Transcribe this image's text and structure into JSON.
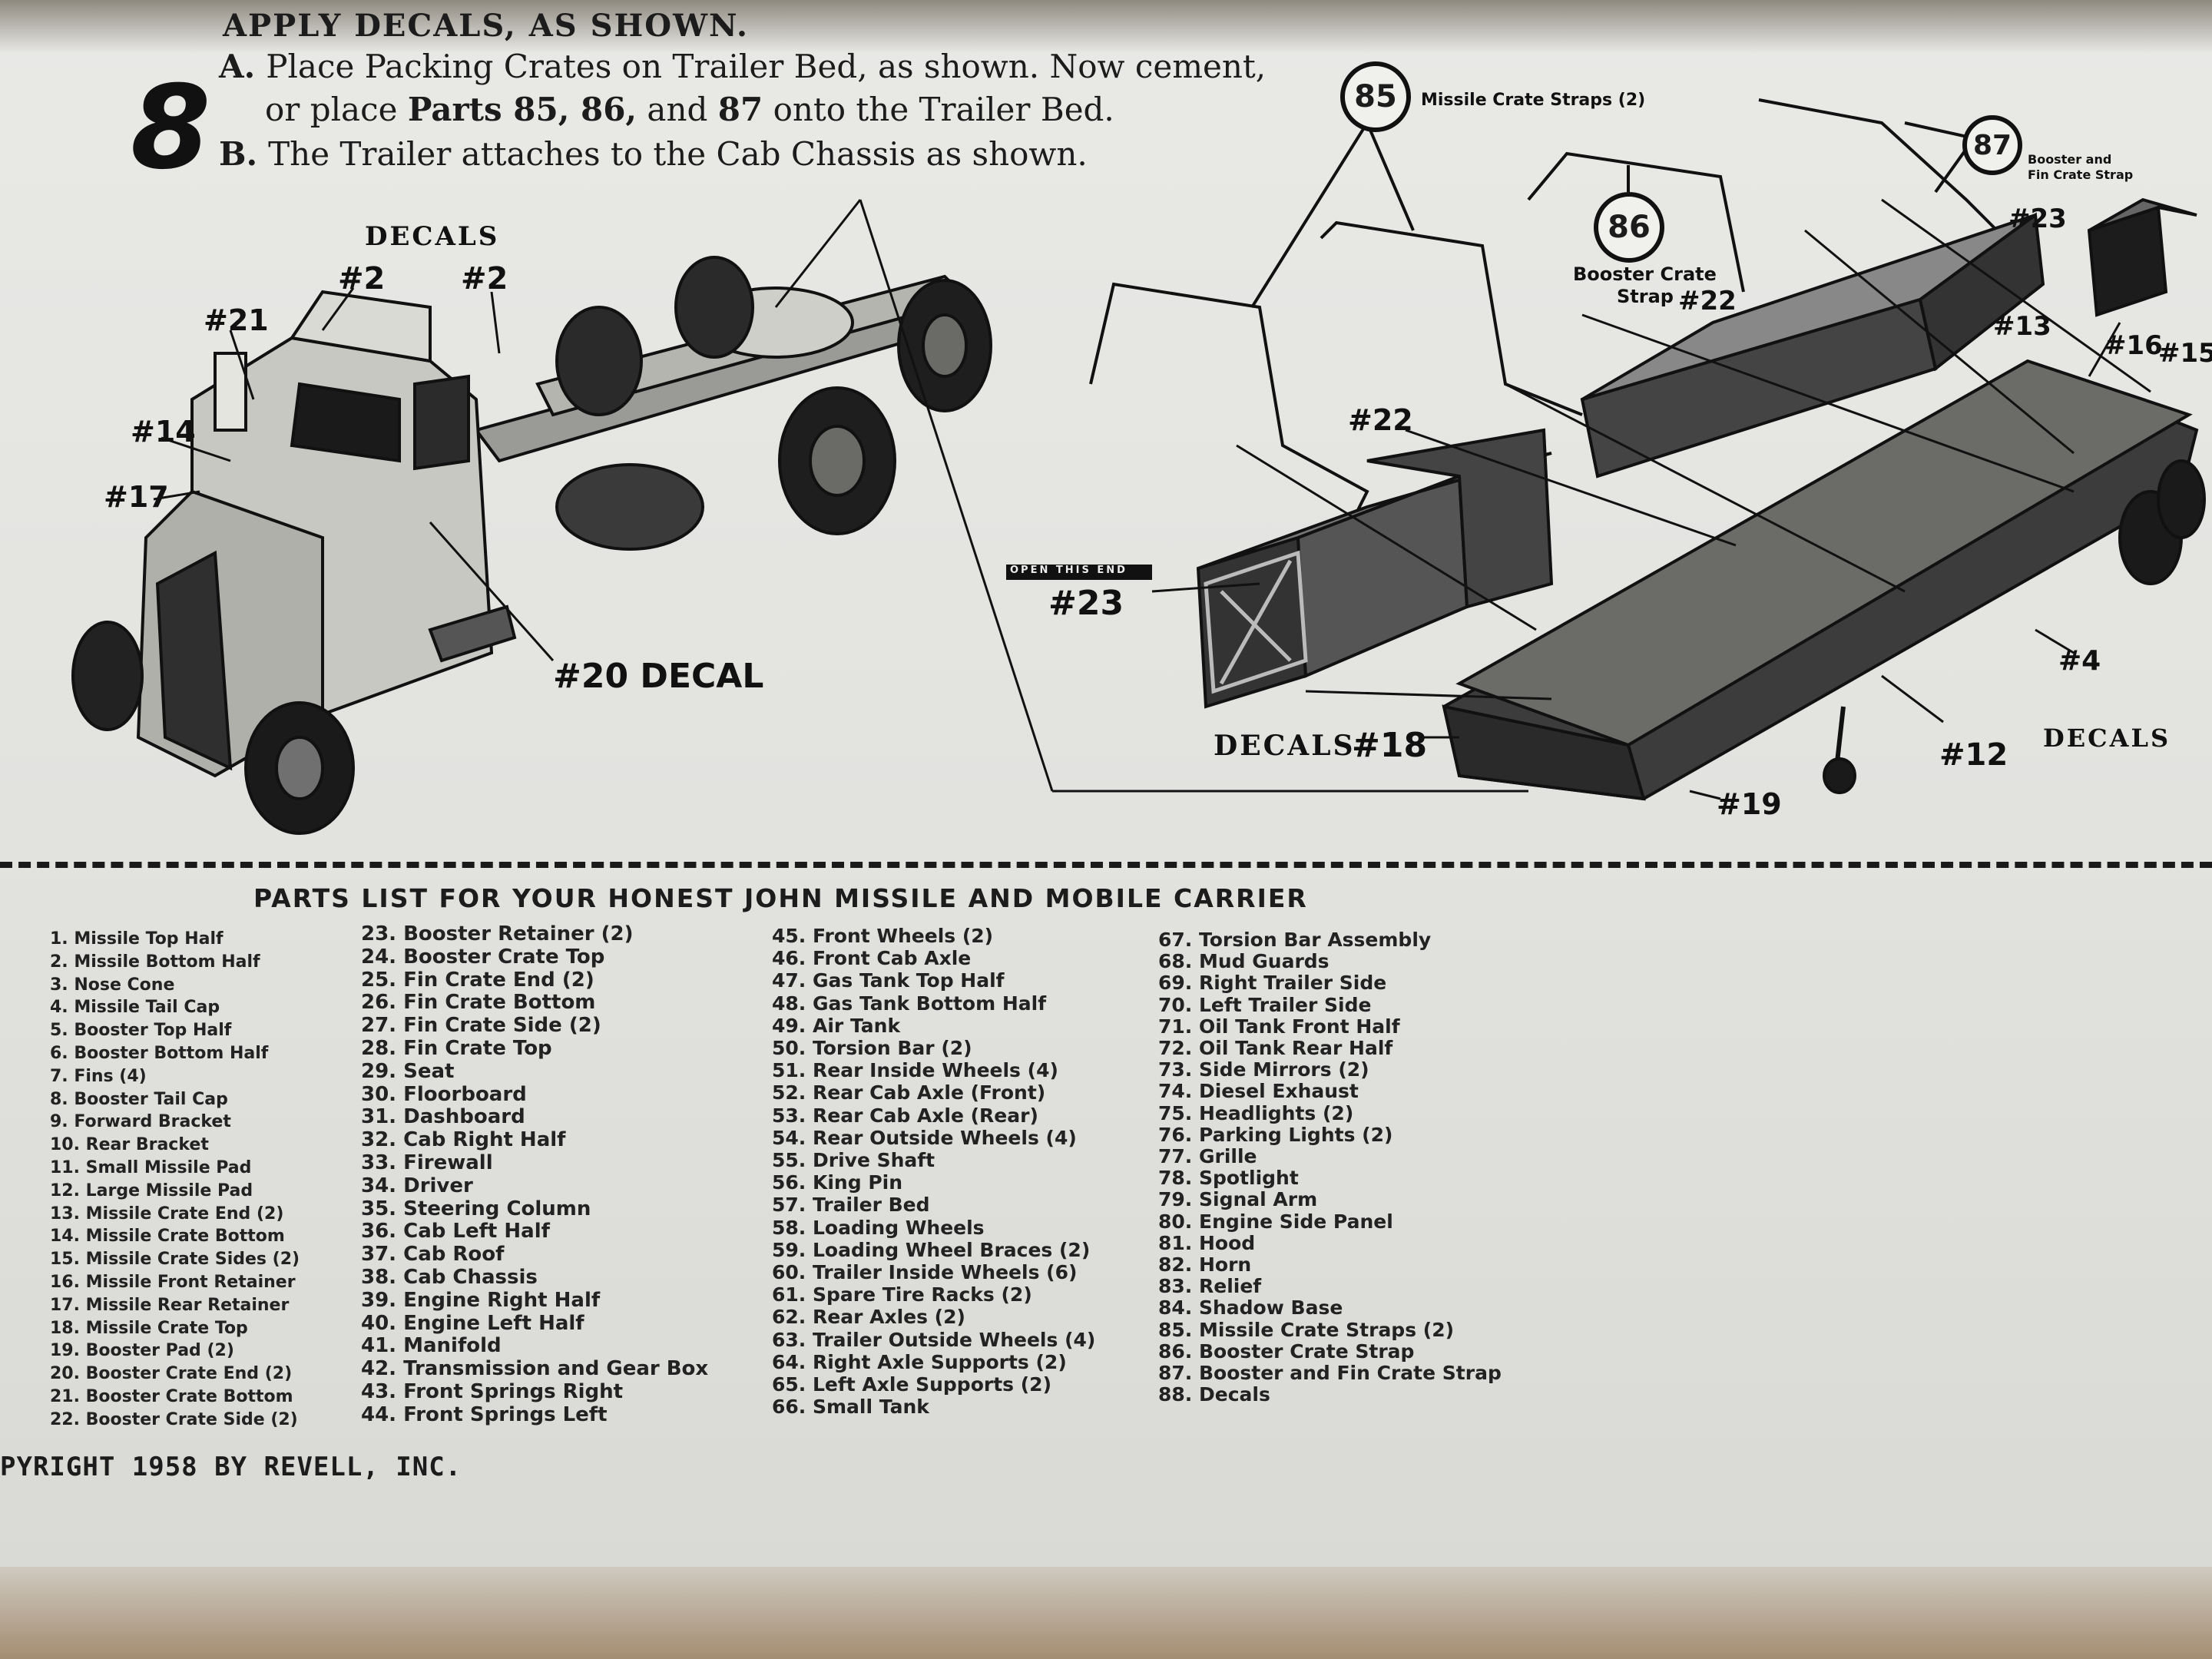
{
  "header": {
    "step_number": "8",
    "title": "APPLY DECALS, AS SHOWN.",
    "instruction_a_letter": "A.",
    "instruction_a_line1": "Place Packing Crates on Trailer Bed, as shown. Now cement,",
    "instruction_a_line2_pre": "or place",
    "instruction_a_line2_bold": "Parts 85, 86,",
    "instruction_a_line2_mid": "and",
    "instruction_a_line2_bold2": "87",
    "instruction_a_line2_post": "onto the Trailer Bed.",
    "instruction_b_letter": "B.",
    "instruction_b": "The Trailer attaches to the Cab Chassis as shown."
  },
  "diagram": {
    "decals_label_top": "DECALS",
    "decals_label_bottom": "DECALS",
    "decals_label_right": "DECALS",
    "decal_20": "#20 DECAL",
    "callouts": {
      "c2a": "#2",
      "c2b": "#2",
      "c21": "#21",
      "c14": "#14",
      "c17": "#17",
      "c22a": "#22",
      "c22b": "#22",
      "c23a": "#23",
      "c23b": "#23",
      "c13": "#13",
      "c16": "#16",
      "c15": "#15",
      "c4": "#4",
      "c18": "#18",
      "c12": "#12",
      "c19": "#19"
    },
    "open_this_end": "OPEN THIS END",
    "part_85": "85",
    "part_85_label": "Missile Crate Straps (2)",
    "part_86": "86",
    "part_86_label1": "Booster Crate",
    "part_86_label2": "Strap",
    "part_87": "87",
    "part_87_label1": "Booster and",
    "part_87_label2": "Fin Crate Strap"
  },
  "parts_list": {
    "title": "PARTS LIST FOR YOUR HONEST JOHN  MISSILE AND MOBILE CARRIER",
    "col1": [
      "1. Missile Top Half",
      "2. Missile Bottom Half",
      "3. Nose Cone",
      "4. Missile Tail Cap",
      "5. Booster Top Half",
      "6. Booster Bottom Half",
      "7. Fins (4)",
      "8. Booster Tail Cap",
      "9. Forward Bracket",
      "10. Rear Bracket",
      "11. Small Missile Pad",
      "12. Large Missile Pad",
      "13. Missile Crate End (2)",
      "14. Missile Crate Bottom",
      "15. Missile Crate Sides (2)",
      "16. Missile Front Retainer",
      "17. Missile Rear Retainer",
      "18. Missile Crate Top",
      "19. Booster Pad (2)",
      "20. Booster Crate End (2)",
      "21. Booster Crate Bottom",
      "22. Booster Crate Side (2)"
    ],
    "col2": [
      "23. Booster Retainer (2)",
      "24. Booster Crate Top",
      "25. Fin Crate End (2)",
      "26. Fin Crate Bottom",
      "27. Fin Crate Side (2)",
      "28. Fin Crate Top",
      "29. Seat",
      "30. Floorboard",
      "31. Dashboard",
      "32. Cab Right Half",
      "33. Firewall",
      "34. Driver",
      "35. Steering Column",
      "36. Cab Left Half",
      "37. Cab Roof",
      "38. Cab Chassis",
      "39. Engine Right Half",
      "40. Engine Left Half",
      "41. Manifold",
      "42. Transmission and Gear Box",
      "43. Front Springs Right",
      "44. Front Springs Left"
    ],
    "col3": [
      "45. Front Wheels (2)",
      "46. Front Cab Axle",
      "47. Gas Tank Top Half",
      "48. Gas Tank Bottom Half",
      "49. Air Tank",
      "50. Torsion Bar (2)",
      "51. Rear Inside Wheels (4)",
      "52. Rear Cab Axle (Front)",
      "53. Rear Cab Axle (Rear)",
      "54. Rear Outside Wheels (4)",
      "55. Drive Shaft",
      "56. King Pin",
      "57. Trailer Bed",
      "58. Loading Wheels",
      "59. Loading Wheel Braces (2)",
      "60. Trailer Inside Wheels (6)",
      "61. Spare Tire Racks (2)",
      "62. Rear Axles (2)",
      "63. Trailer Outside Wheels (4)",
      "64. Right Axle Supports (2)",
      "65. Left Axle Supports (2)",
      "66. Small Tank"
    ],
    "col4": [
      "67. Torsion Bar Assembly",
      "68. Mud Guards",
      "69. Right Trailer Side",
      "70. Left Trailer Side",
      "71. Oil Tank Front Half",
      "72. Oil Tank Rear Half",
      "73. Side Mirrors (2)",
      "74. Diesel Exhaust",
      "75. Headlights (2)",
      "76. Parking Lights (2)",
      "77. Grille",
      "78. Spotlight",
      "79. Signal Arm",
      "80. Engine Side Panel",
      "81. Hood",
      "82. Horn",
      "83. Relief",
      "84. Shadow Base",
      "85. Missile Crate Straps (2)",
      "86. Booster Crate Strap",
      "87. Booster and Fin Crate Strap",
      "88. Decals"
    ]
  },
  "footer": {
    "copyright": "PYRIGHT 1958 BY REVELL, INC."
  }
}
